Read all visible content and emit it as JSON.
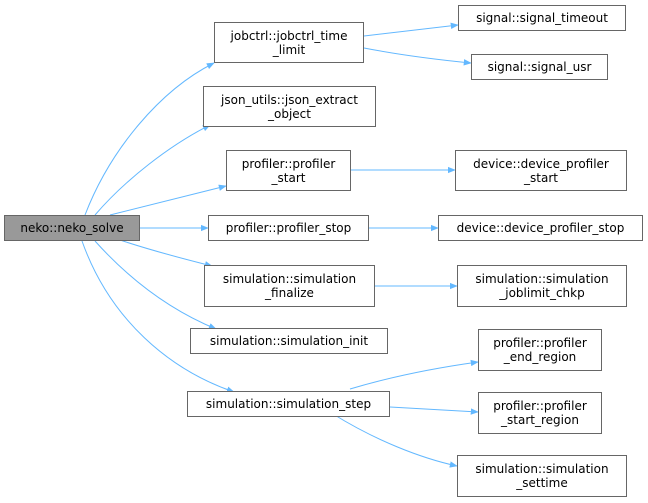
{
  "graph": {
    "edge_color": "#63b8ff",
    "root_fill": "#999999",
    "node_border": "#666666",
    "nodes": {
      "neko_solve": "neko::neko_solve",
      "jobctrl_time_limit": "jobctrl::jobctrl_time\n_limit",
      "json_extract_object": "json_utils::json_extract\n_object",
      "profiler_start": "profiler::profiler\n_start",
      "profiler_stop": "profiler::profiler_stop",
      "simulation_finalize": "simulation::simulation\n_finalize",
      "simulation_init": "simulation::simulation_init",
      "simulation_step": "simulation::simulation_step",
      "signal_timeout": "signal::signal_timeout",
      "signal_usr": "signal::signal_usr",
      "device_profiler_start": "device::device_profiler\n_start",
      "device_profiler_stop": "device::device_profiler_stop",
      "simulation_joblimit_chkp": "simulation::simulation\n_joblimit_chkp",
      "profiler_end_region": "profiler::profiler\n_end_region",
      "profiler_start_region": "profiler::profiler\n_start_region",
      "simulation_settime": "simulation::simulation\n_settime"
    }
  }
}
